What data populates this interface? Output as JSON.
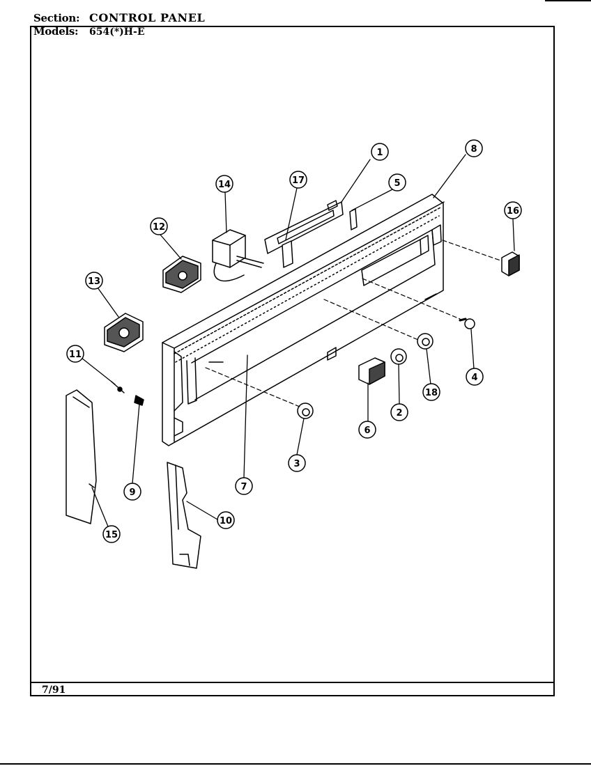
{
  "header": {
    "section_label": "Section:",
    "section_value": "CONTROL PANEL",
    "models_label": "Models:",
    "models_value": "654(*)H-E"
  },
  "footer": {
    "date": "7/91"
  },
  "callouts": [
    "1",
    "2",
    "3",
    "4",
    "5",
    "6",
    "7",
    "8",
    "9",
    "10",
    "11",
    "12",
    "13",
    "14",
    "15",
    "16",
    "17",
    "18"
  ],
  "colors": {
    "ink": "#000000",
    "paper": "#ffffff"
  }
}
